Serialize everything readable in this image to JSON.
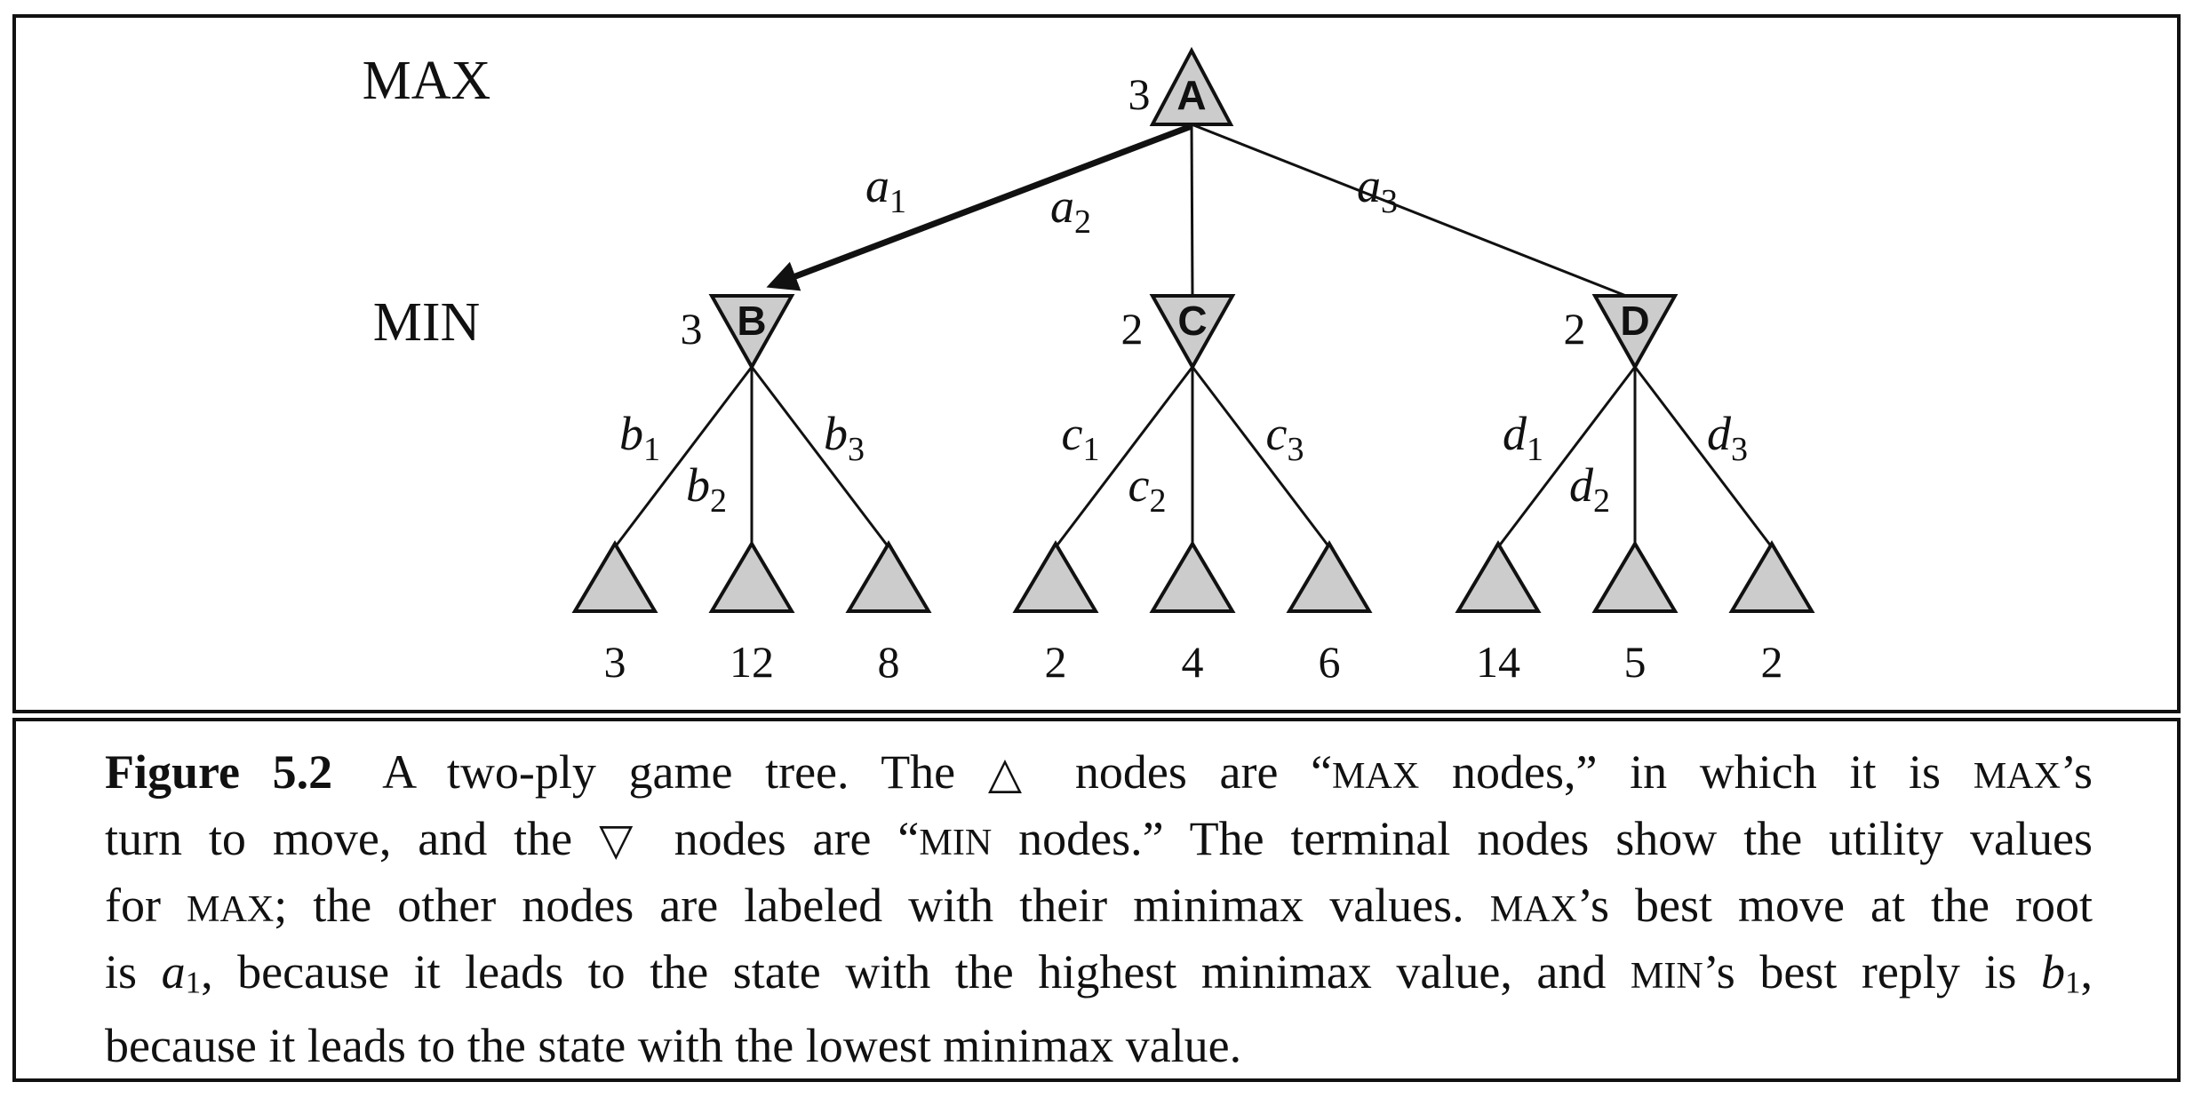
{
  "figure": {
    "row_labels": {
      "max": "MAX",
      "min": "MIN"
    },
    "root": {
      "label": "A",
      "value": "3"
    },
    "root_edges": [
      {
        "label": "a",
        "sub": "1",
        "bold": true
      },
      {
        "label": "a",
        "sub": "2",
        "bold": false
      },
      {
        "label": "a",
        "sub": "3",
        "bold": false
      }
    ],
    "min_nodes": [
      {
        "label": "B",
        "value": "3"
      },
      {
        "label": "C",
        "value": "2"
      },
      {
        "label": "D",
        "value": "2"
      }
    ],
    "child_edges": [
      [
        {
          "label": "b",
          "sub": "1"
        },
        {
          "label": "b",
          "sub": "2"
        },
        {
          "label": "b",
          "sub": "3"
        }
      ],
      [
        {
          "label": "c",
          "sub": "1"
        },
        {
          "label": "c",
          "sub": "2"
        },
        {
          "label": "c",
          "sub": "3"
        }
      ],
      [
        {
          "label": "d",
          "sub": "1"
        },
        {
          "label": "d",
          "sub": "2"
        },
        {
          "label": "d",
          "sub": "3"
        }
      ]
    ],
    "leaf_values": [
      [
        "3",
        "12",
        "8"
      ],
      [
        "2",
        "4",
        "6"
      ],
      [
        "14",
        "5",
        "2"
      ]
    ]
  },
  "caption": {
    "lines": [
      [
        {
          "t": "Figure 5.2",
          "s": "b"
        },
        {
          "s": "gap"
        },
        {
          "t": "A two-ply game tree. The "
        },
        {
          "t": "△",
          "s": "tri"
        },
        {
          "t": " nodes are “"
        },
        {
          "t": "MAX",
          "s": "sc"
        },
        {
          "t": " nodes,” in which it is "
        },
        {
          "t": "MAX",
          "s": "sc"
        },
        {
          "t": "’s"
        }
      ],
      [
        {
          "t": "turn to move, and the "
        },
        {
          "t": "▽",
          "s": "tri"
        },
        {
          "t": " nodes are “"
        },
        {
          "t": "MIN",
          "s": "sc"
        },
        {
          "t": " nodes.” The terminal nodes show the utility values"
        }
      ],
      [
        {
          "t": "for "
        },
        {
          "t": "MAX",
          "s": "sc"
        },
        {
          "t": "; the other nodes are labeled with their minimax values. "
        },
        {
          "t": "MAX",
          "s": "sc"
        },
        {
          "t": "’s best move at the root"
        }
      ],
      [
        {
          "t": "is "
        },
        {
          "t": "a",
          "s": "it"
        },
        {
          "t": "1",
          "s": "sub"
        },
        {
          "t": ", because it leads to the state with the highest minimax value, and "
        },
        {
          "t": "MIN",
          "s": "sc"
        },
        {
          "t": "’s best reply is "
        },
        {
          "t": "b",
          "s": "it"
        },
        {
          "t": "1",
          "s": "sub"
        },
        {
          "t": ","
        }
      ],
      [
        {
          "t": "because it leads to the state with the lowest minimax value."
        }
      ]
    ]
  },
  "colors": {
    "node_fill": "#cccccc",
    "line": "#111111"
  }
}
